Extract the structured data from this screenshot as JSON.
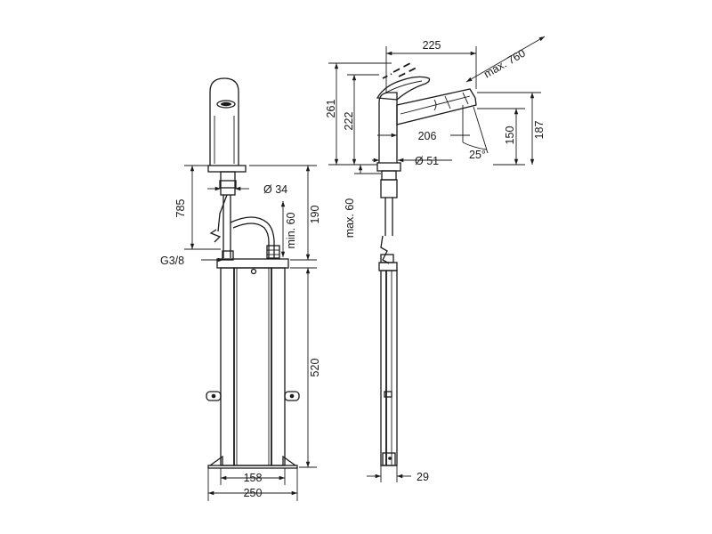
{
  "dimensions": {
    "side_view": {
      "dia_34": "Ø 34",
      "h_785": "785",
      "min_60": "min. 60",
      "h_190": "190",
      "thread": "G3/8",
      "h_520": "520",
      "w_158": "158",
      "w_250": "250"
    },
    "front_view": {
      "reach_225": "225",
      "pullout_max_760": "max. 760",
      "h_261": "261",
      "h_222": "222",
      "reach_206": "206",
      "dia_51": "Ø 51",
      "angle_25": "25°",
      "h_150": "150",
      "h_187": "187",
      "max_60": "max. 60",
      "w_29": "29"
    }
  }
}
